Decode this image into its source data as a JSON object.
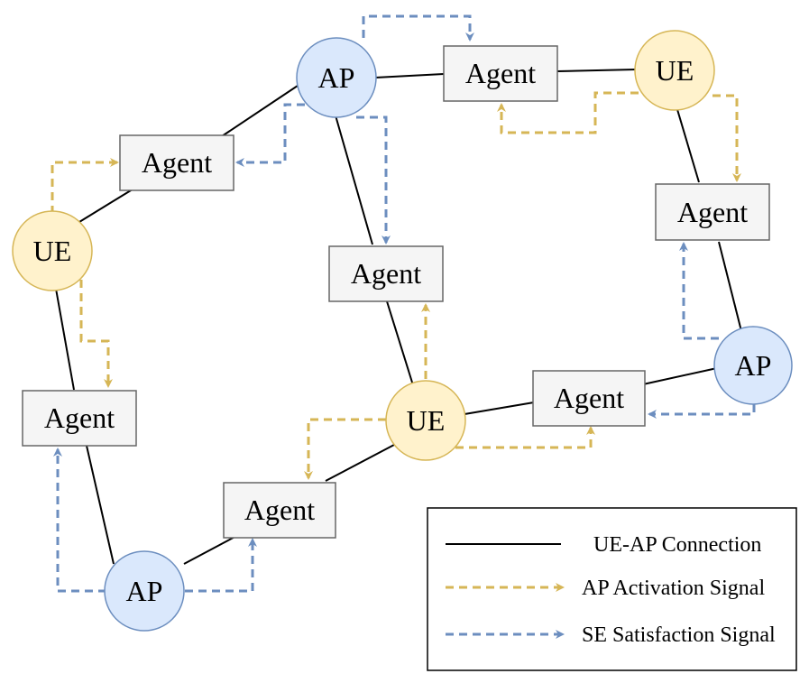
{
  "nodes": {
    "ap_label": "AP",
    "ue_label": "UE",
    "agent_label": "Agent"
  },
  "legend": {
    "connection": "UE-AP Connection",
    "activation": "AP Activation Signal",
    "satisfaction": "SE Satisfaction Signal"
  },
  "colors": {
    "ap_fill": "#dae8fc",
    "ap_stroke": "#6c8ebf",
    "ue_fill": "#fff2cc",
    "ue_stroke": "#d6b656",
    "agent_fill": "#f5f5f5",
    "agent_stroke": "#666666",
    "activation_signal": "#d6b656",
    "satisfaction_signal": "#6c8ebf"
  }
}
